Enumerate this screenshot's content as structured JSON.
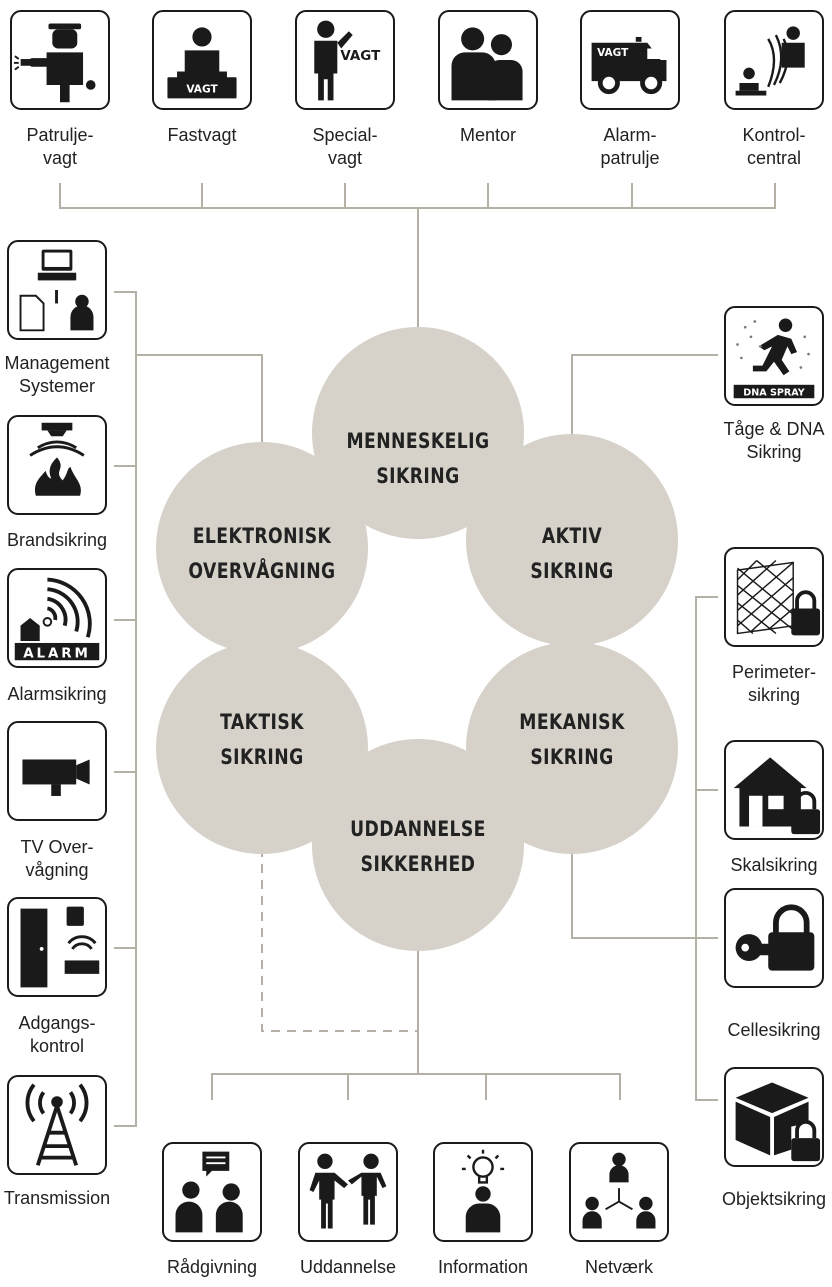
{
  "top_services": [
    {
      "icon": "guard-flashlight-icon",
      "label": "Patrulje-\nvagt"
    },
    {
      "icon": "reception-desk-icon",
      "label": "Fastvagt",
      "badge": "VAGT"
    },
    {
      "icon": "special-guard-icon",
      "label": "Special-\nvagt",
      "badge": "VAGT"
    },
    {
      "icon": "mentor-icon",
      "label": "Mentor"
    },
    {
      "icon": "patrol-van-icon",
      "label": "Alarm-\npatrulje",
      "badge": "VAGT"
    },
    {
      "icon": "control-center-icon",
      "label": "Kontrol-\ncentral"
    }
  ],
  "left_services": [
    {
      "icon": "management-system-icon",
      "label": "Management\nSystemer"
    },
    {
      "icon": "fire-detector-icon",
      "label": "Brandsikring"
    },
    {
      "icon": "alarm-signal-icon",
      "label": "Alarmsikring",
      "badge": "ALARM"
    },
    {
      "icon": "cctv-camera-icon",
      "label": "TV Over-\nvågning"
    },
    {
      "icon": "access-control-icon",
      "label": "Adgangs-\nkontrol"
    },
    {
      "icon": "antenna-tower-icon",
      "label": "Transmission"
    }
  ],
  "right_services": [
    {
      "icon": "dna-spray-icon",
      "label": "Tåge & DNA\nSikring",
      "badge": "DNA SPRAY"
    },
    {
      "icon": "fence-lock-icon",
      "label": "Perimeter-\nsikring"
    },
    {
      "icon": "house-lock-icon",
      "label": "Skalsikring"
    },
    {
      "icon": "key-lock-icon",
      "label": "Cellesikring"
    },
    {
      "icon": "box-lock-icon",
      "label": "Objektsikring"
    }
  ],
  "bottom_services": [
    {
      "icon": "advice-icon",
      "label": "Rådgivning"
    },
    {
      "icon": "training-icon",
      "label": "Uddannelse"
    },
    {
      "icon": "lightbulb-person-icon",
      "label": "Information"
    },
    {
      "icon": "network-icon",
      "label": "Netværk"
    }
  ],
  "circles": {
    "top": "MENNESKELIG\nSIKRING",
    "upper_right": "AKTIV\nSIKRING",
    "lower_right": "MEKANISK\nSIKRING",
    "bottom": "UDDANNELSE\nSIKKERHED",
    "lower_left": "TAKTISK\nSIKRING",
    "upper_left": "ELEKTRONISK\nOVERVÅGNING"
  },
  "colors": {
    "circle": "#d6d2ca",
    "line": "#b4b0a6",
    "icon": "#1a1a1a"
  }
}
